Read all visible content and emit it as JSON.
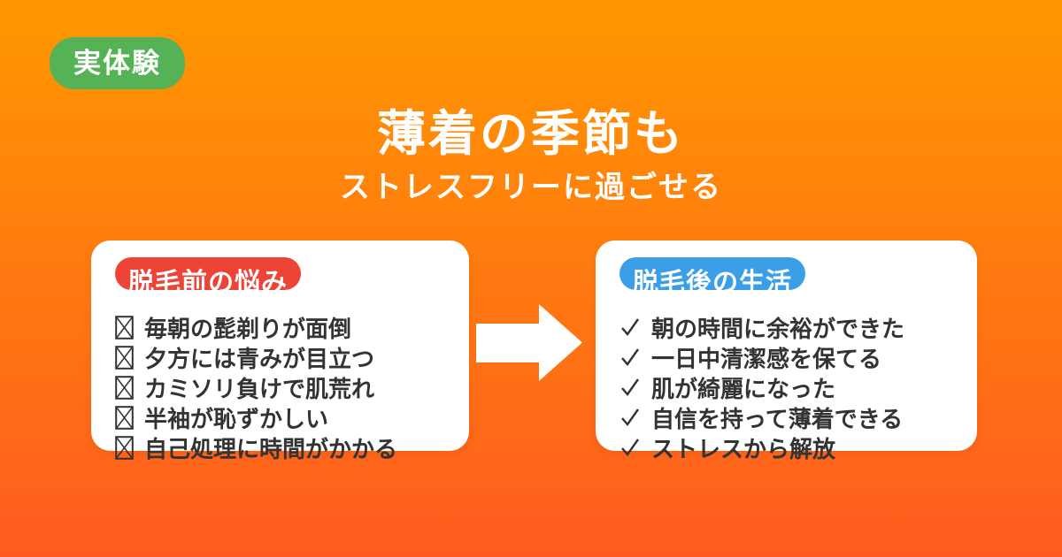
{
  "colors": {
    "bg_top": "#FF9800",
    "bg_bottom": "#FF5B20",
    "experience_badge": "#55B255",
    "before_badge": "#EE4438",
    "after_badge": "#3B9FE8",
    "card_bg": "#FFFFFF",
    "text_dark": "#333333",
    "text_light": "#FFFFFF"
  },
  "header": {
    "badge_label": "実体験",
    "title": "薄着の季節も",
    "subtitle": "ストレスフリーに過ごせる"
  },
  "before_card": {
    "badge_label": "脱毛前の悩み",
    "marker_icon": "crossed-box-icon",
    "items": [
      "毎朝の髭剃りが面倒",
      "夕方には青みが目立つ",
      "カミソリ負けで肌荒れ",
      "半袖が恥ずかしい",
      "自己処理に時間がかかる"
    ]
  },
  "after_card": {
    "badge_label": "脱毛後の生活",
    "marker_icon": "check-icon",
    "items": [
      "朝の時間に余裕ができた",
      "一日中清潔感を保てる",
      "肌が綺麗になった",
      "自信を持って薄着できる",
      "ストレスから解放"
    ]
  },
  "arrow_icon": "right-arrow-icon"
}
